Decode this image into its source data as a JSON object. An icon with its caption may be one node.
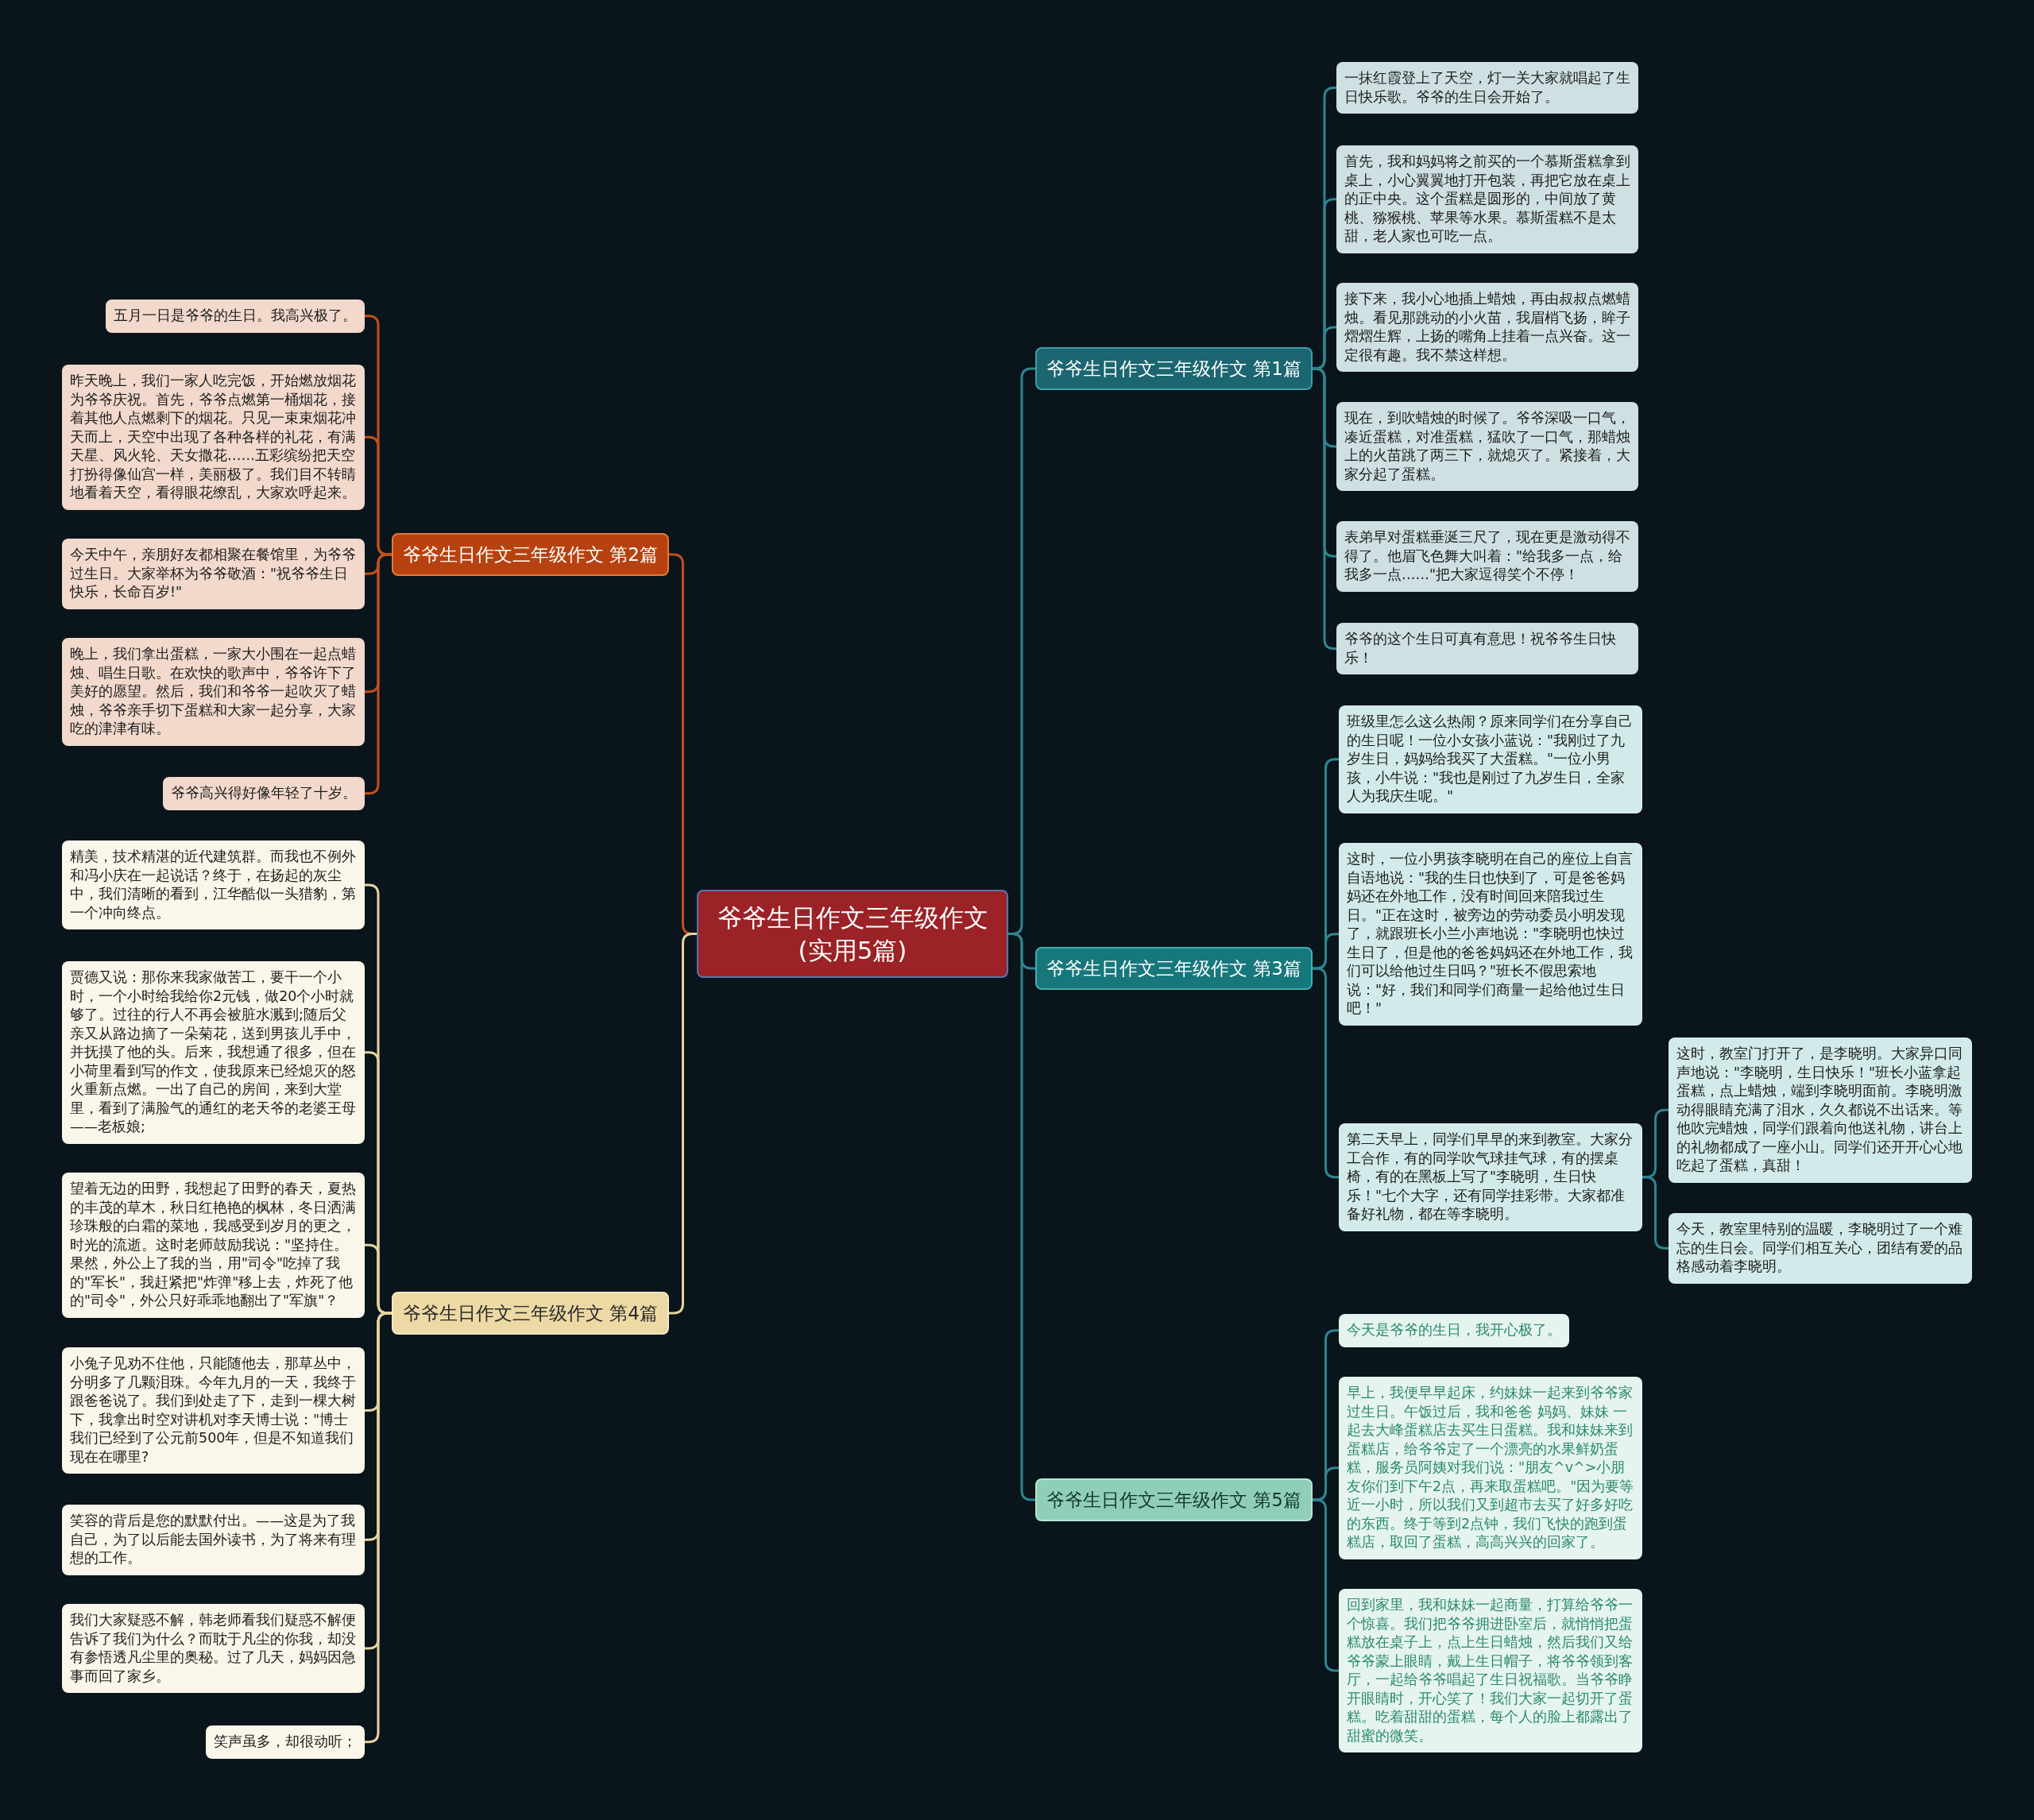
{
  "diagram": {
    "nodes": [
      {
        "text": [
          "爷爷生日作文三年级作文(实用5篇)"
        ]
      },
      {
        "text": [
          "爷爷生日作文三年级作文 第1篇"
        ]
      },
      {
        "text": [
          "一抹红霞登上了天空，灯一关大家就唱起了生日快乐歌。爷爷的生日会开始了。"
        ]
      },
      {
        "text": [
          "首先，我和妈妈将之前买的一个慕斯蛋糕拿到桌上，小心翼翼地打开包装，再把它放在桌上的正中央。这个蛋糕是圆形的，中间放了黄桃、猕猴桃、苹果等水果。慕斯蛋糕不是太甜，老人家也可吃一点。"
        ]
      },
      {
        "text": [
          "接下来，我小心地插上蜡烛，再由叔叔点燃蜡烛。看见那跳动的小火苗，我眉梢飞扬，眸子熠熠生辉，上扬的嘴角上挂着一点兴奋。这一定很有趣。我不禁这样想。"
        ]
      },
      {
        "text": [
          "现在，到吹蜡烛的时候了。爷爷深吸一口气，凑近蛋糕，对准蛋糕，猛吹了一口气，那蜡烛上的火苗跳了两三下，就熄灭了。紧接着，大家分起了蛋糕。"
        ]
      },
      {
        "text": [
          "表弟早对蛋糕垂涎三尺了，现在更是激动得不得了。他眉飞色舞大叫着：\"给我多一点，给我多一点……\"把大家逗得笑个不停！"
        ]
      },
      {
        "text": [
          "爷爷的这个生日可真有意思！祝爷爷生日快乐！"
        ]
      },
      {
        "text": [
          "爷爷生日作文三年级作文 第2篇"
        ]
      },
      {
        "text": [
          "五月一日是爷爷的生日。我高兴极了。"
        ]
      },
      {
        "text": [
          "昨天晚上，我们一家人吃完饭，开始燃放烟花为爷爷庆祝。首先，爷爷点燃第一桶烟花，接着其他人点燃剩下的烟花。只见一束束烟花冲天而上，天空中出现了各种各样的礼花，有满天星、风火轮、天女撒花……五彩缤纷把天空打扮得像仙宫一样，美丽极了。我们目不转睛地看着天空，看得眼花缭乱，大家欢呼起来。"
        ]
      },
      {
        "text": [
          "今天中午，亲朋好友都相聚在餐馆里，为爷爷过生日。大家举杯为爷爷敬酒：\"祝爷爷生日快乐，长命百岁!\""
        ]
      },
      {
        "text": [
          "晚上，我们拿出蛋糕，一家大小围在一起点蜡烛、唱生日歌。在欢快的歌声中，爷爷许下了美好的愿望。然后，我们和爷爷一起吹灭了蜡烛，爷爷亲手切下蛋糕和大家一起分享，大家吃的津津有味。"
        ]
      },
      {
        "text": [
          "爷爷高兴得好像年轻了十岁。"
        ]
      },
      {
        "text": [
          "爷爷生日作文三年级作文 第3篇"
        ]
      },
      {
        "text": [
          "班级里怎么这么热闹？原来同学们在分享自己的生日呢！一位小女孩小蓝说：\"我刚过了九岁生日，妈妈给我买了大蛋糕。\"一位小男孩，小牛说：\"我也是刚过了九岁生日，全家人为我庆生呢。\""
        ]
      },
      {
        "text": [
          "这时，一位小男孩李晓明在自己的座位上自言自语地说：\"我的生日也快到了，可是爸爸妈妈还在外地工作，没有时间回来陪我过生日。\"正在这时，被旁边的劳动委员小明发现了，就跟班长小兰小声地说：\"李晓明也快过生日了，但是他的爸爸妈妈还在外地工作，我们可以给他过生日吗？\"班长不假思索地说：\"好，我们和同学们商量一起给他过生日吧！\""
        ]
      },
      {
        "text": [
          "第二天早上，同学们早早的来到教室。大家分工合作，有的同学吹气球挂气球，有的摆桌椅，有的在黑板上写了\"李晓明，生日快乐！\"七个大字，还有同学挂彩带。大家都准备好礼物，都在等李晓明。"
        ]
      },
      {
        "text": [
          "这时，教室门打开了，是李晓明。大家异口同声地说：\"李晓明，生日快乐！\"班长小蓝拿起蛋糕，点上蜡烛，端到李晓明面前。李晓明激动得眼睛充满了泪水，久久都说不出话来。等他吹完蜡烛，同学们跟着向他送礼物，讲台上的礼物都成了一座小山。同学们还开开心心地吃起了蛋糕，真甜！"
        ]
      },
      {
        "text": [
          "今天，教室里特别的温暖，李晓明过了一个难忘的生日会。同学们相互关心，团结有爱的品格感动着李晓明。"
        ]
      },
      {
        "text": [
          "爷爷生日作文三年级作文 第4篇"
        ]
      },
      {
        "text": [
          "精美，技术精湛的近代建筑群。而我也不例外和冯小庆在一起说话？终于，在扬起的灰尘中，我们清晰的看到，江华酷似一头猎豹，第一个冲向终点。"
        ]
      },
      {
        "text": [
          "贾德又说：那你来我家做苦工，要干一个小时，一个小时给我给你2元钱，做20个小时就够了。过往的行人不再会被脏水溅到;随后父亲又从路边摘了一朵菊花，送到男孩儿手中，并抚摸了他的头。后来，我想通了很多，但在小荷里看到写的作文，使我原来已经熄灭的怒火重新点燃。一出了自己的房间，来到大堂里，看到了满脸气的通红的老天爷的老婆王母——老板娘;"
        ]
      },
      {
        "text": [
          "望着无边的田野，我想起了田野的春天，夏热的丰茂的草木，秋日红艳艳的枫林，冬日洒满珍珠般的白霜的菜地，我感受到岁月的更之，时光的流逝。这时老师鼓励我说：\"坚持住。果然，外公上了我的当，用\"司令\"吃掉了我的\"军长\"，我赶紧把\"炸弹\"移上去，炸死了他的\"司令\"，外公只好乖乖地翻出了\"军旗\"？"
        ]
      },
      {
        "text": [
          "小兔子见劝不住他，只能随他去，那草丛中，分明多了几颗泪珠。今年九月的一天，我终于跟爸爸说了。我们到处走了下，走到一棵大树下，我拿出时空对讲机对李天博士说：\"博士我们已经到了公元前500年，但是不知道我们现在在哪里?"
        ]
      },
      {
        "text": [
          "笑容的背后是您的默默付出。——这是为了我自己，为了以后能去国外读书，为了将来有理想的工作。"
        ]
      },
      {
        "text": [
          "我们大家疑惑不解，韩老师看我们疑惑不解便告诉了我们为什么？而耽于凡尘的你我，却没有参悟透凡尘里的奥秘。过了几天，妈妈因急事而回了家乡。"
        ]
      },
      {
        "text": [
          "笑声虽多，却很动听；"
        ]
      },
      {
        "text": [
          "爷爷生日作文三年级作文 第5篇"
        ]
      },
      {
        "text": [
          "今天是爷爷的生日，我开心极了。"
        ]
      },
      {
        "text": [
          "早上，我便早早起床，约妹妹一起来到爷爷家过生日。午饭过后，我和爸爸 妈妈、妹妹 一起去大峰蛋糕店去买生日蛋糕。我和妹妹来到蛋糕店，给爷爷定了一个漂亮的水果鲜奶蛋糕，服务员阿姨对我们说：\"朋友^v^>小朋友你们到下午2点，再来取蛋糕吧。\"因为要等近一小时，所以我们又到超市去买了好多好吃的东西。终于等到2点钟，我们飞快的跑到蛋糕店，取回了蛋糕，高高兴兴的回家了。"
        ]
      },
      {
        "text": [
          "回到家里，我和妹妹一起商量，打算给爷爷一个惊喜。我们把爷爷拥进卧室后，就悄悄把蛋糕放在桌子上，点上生日蜡烛，然后我们又给爷爷蒙上眼睛，戴上生日帽子，将爷爷领到客厅，一起给爷爷唱起了生日祝福歌。当爷爷睁开眼睛时，开心笑了！我们大家一起切开了蛋糕。吃着甜甜的蛋糕，每个人的脸上都露出了甜蜜的微笑。"
        ]
      }
    ],
    "edges": [
      {
        "from": 0,
        "to": 1,
        "arrow": "none"
      },
      {
        "from": 0,
        "to": 8,
        "arrow": "none",
        "color": "#c0501e"
      },
      {
        "from": 0,
        "to": 14,
        "arrow": "none"
      },
      {
        "from": 0,
        "to": 20,
        "arrow": "none",
        "color": "#e6d39f"
      },
      {
        "from": 0,
        "to": 28,
        "arrow": "none"
      },
      {
        "from": 1,
        "to": 2,
        "arrow": "none"
      },
      {
        "from": 1,
        "to": 3,
        "arrow": "none"
      },
      {
        "from": 1,
        "to": 4,
        "arrow": "none"
      },
      {
        "from": 1,
        "to": 5,
        "arrow": "none"
      },
      {
        "from": 1,
        "to": 6,
        "arrow": "none"
      },
      {
        "from": 1,
        "to": 7,
        "arrow": "none"
      },
      {
        "from": 8,
        "to": 9,
        "arrow": "none",
        "color": "#c0501e"
      },
      {
        "from": 8,
        "to": 10,
        "arrow": "none",
        "color": "#c0501e"
      },
      {
        "from": 8,
        "to": 11,
        "arrow": "none",
        "color": "#c0501e"
      },
      {
        "from": 8,
        "to": 12,
        "arrow": "none",
        "color": "#c0501e"
      },
      {
        "from": 8,
        "to": 13,
        "arrow": "none",
        "color": "#c0501e"
      },
      {
        "from": 14,
        "to": 15,
        "arrow": "none"
      },
      {
        "from": 14,
        "to": 16,
        "arrow": "none"
      },
      {
        "from": 14,
        "to": 17,
        "arrow": "none"
      },
      {
        "from": 17,
        "to": 18,
        "arrow": "none"
      },
      {
        "from": 17,
        "to": 19,
        "arrow": "none"
      },
      {
        "from": 20,
        "to": 21,
        "arrow": "none",
        "color": "#e6d39f"
      },
      {
        "from": 20,
        "to": 22,
        "arrow": "none",
        "color": "#e6d39f"
      },
      {
        "from": 20,
        "to": 23,
        "arrow": "none",
        "color": "#e6d39f"
      },
      {
        "from": 20,
        "to": 24,
        "arrow": "none",
        "color": "#e6d39f"
      },
      {
        "from": 20,
        "to": 25,
        "arrow": "none",
        "color": "#e6d39f"
      },
      {
        "from": 20,
        "to": 26,
        "arrow": "none",
        "color": "#e6d39f"
      },
      {
        "from": 20,
        "to": 27,
        "arrow": "none",
        "color": "#e6d39f"
      },
      {
        "from": 28,
        "to": 29,
        "arrow": "none"
      },
      {
        "from": 28,
        "to": 30,
        "arrow": "none"
      },
      {
        "from": 28,
        "to": 31,
        "arrow": "none"
      }
    ]
  }
}
